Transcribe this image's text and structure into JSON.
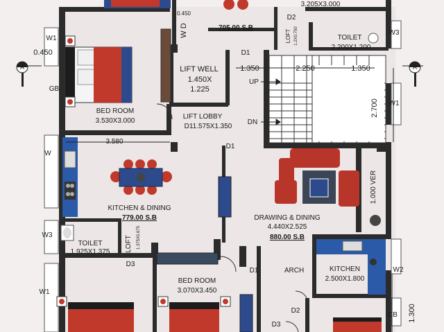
{
  "colors": {
    "wall": "#2b2b2b",
    "floor": "#ece6e6",
    "bed_red": "#c0392b",
    "bed_blue": "#2c4a8c",
    "sofa_red": "#b8352a",
    "kitchen_blue": "#2a5aa8",
    "dim_line": "#222222"
  },
  "labels": {
    "top_dim": "3.205X3.000",
    "top_area": "705.00 S.B",
    "wd": "W D",
    "wd_dim": "0.450",
    "d2_top": "D2",
    "loft_top": "LOFT",
    "loft_top_dim": "1.2X0.750",
    "toilet_top": "TOILET",
    "toilet_top_dim": "2.200X1.200",
    "w3_top": "W3",
    "w1_top_left": "W1",
    "dim_0450": "0.450",
    "section_a_left": "A",
    "section_a_right": "A",
    "gb": "GB",
    "lift_well": "LIFT WELL",
    "lift_well_dim1": "1.450X",
    "lift_well_dim2": "1.225",
    "d1_stair": "D1",
    "stair_dim_1": "1.350",
    "stair_dim_2": "2.250",
    "stair_dim_3": "1.350",
    "up": "UP",
    "dn": "DN",
    "dim_2700": "2.700",
    "w1_right": "W1",
    "bedroom_top": "BED ROOM",
    "bedroom_top_dim": "3.530X3.000",
    "lift_lobby": "LIFT LOBBY",
    "lift_lobby_dim": "D11.575X1.350",
    "dim_3580": "3.580",
    "d1_mid": "D1",
    "w_left": "W",
    "kitchen_dining": "KITCHEN & DINING",
    "kitchen_dining_area": "779.00 S.B",
    "ver": "1.000 VER",
    "drawing_dining": "DRAWING & DINING",
    "drawing_dining_dim": "4.440X2.525",
    "drawing_dining_area": "880.00 S.B",
    "w3_left": "W3",
    "toilet_left": "TOILET",
    "toilet_left_dim": "1.925X1.375",
    "loft_left": "LOFT",
    "loft_left_dim": "1.375X0.675",
    "d3_left": "D3",
    "d1_bottom": "D1",
    "arch": "ARCH",
    "kitchen": "KITCHEN",
    "kitchen_dim": "2.500X1.800",
    "w2": "W2",
    "w1_bottom_left": "W1",
    "bedroom_bottom": "BED ROOM",
    "bedroom_bottom_dim": "3.070X3.450",
    "d2_bottom": "D2",
    "cb": "CB",
    "dim_1300": "1.300",
    "d3_bottom": "D3"
  }
}
